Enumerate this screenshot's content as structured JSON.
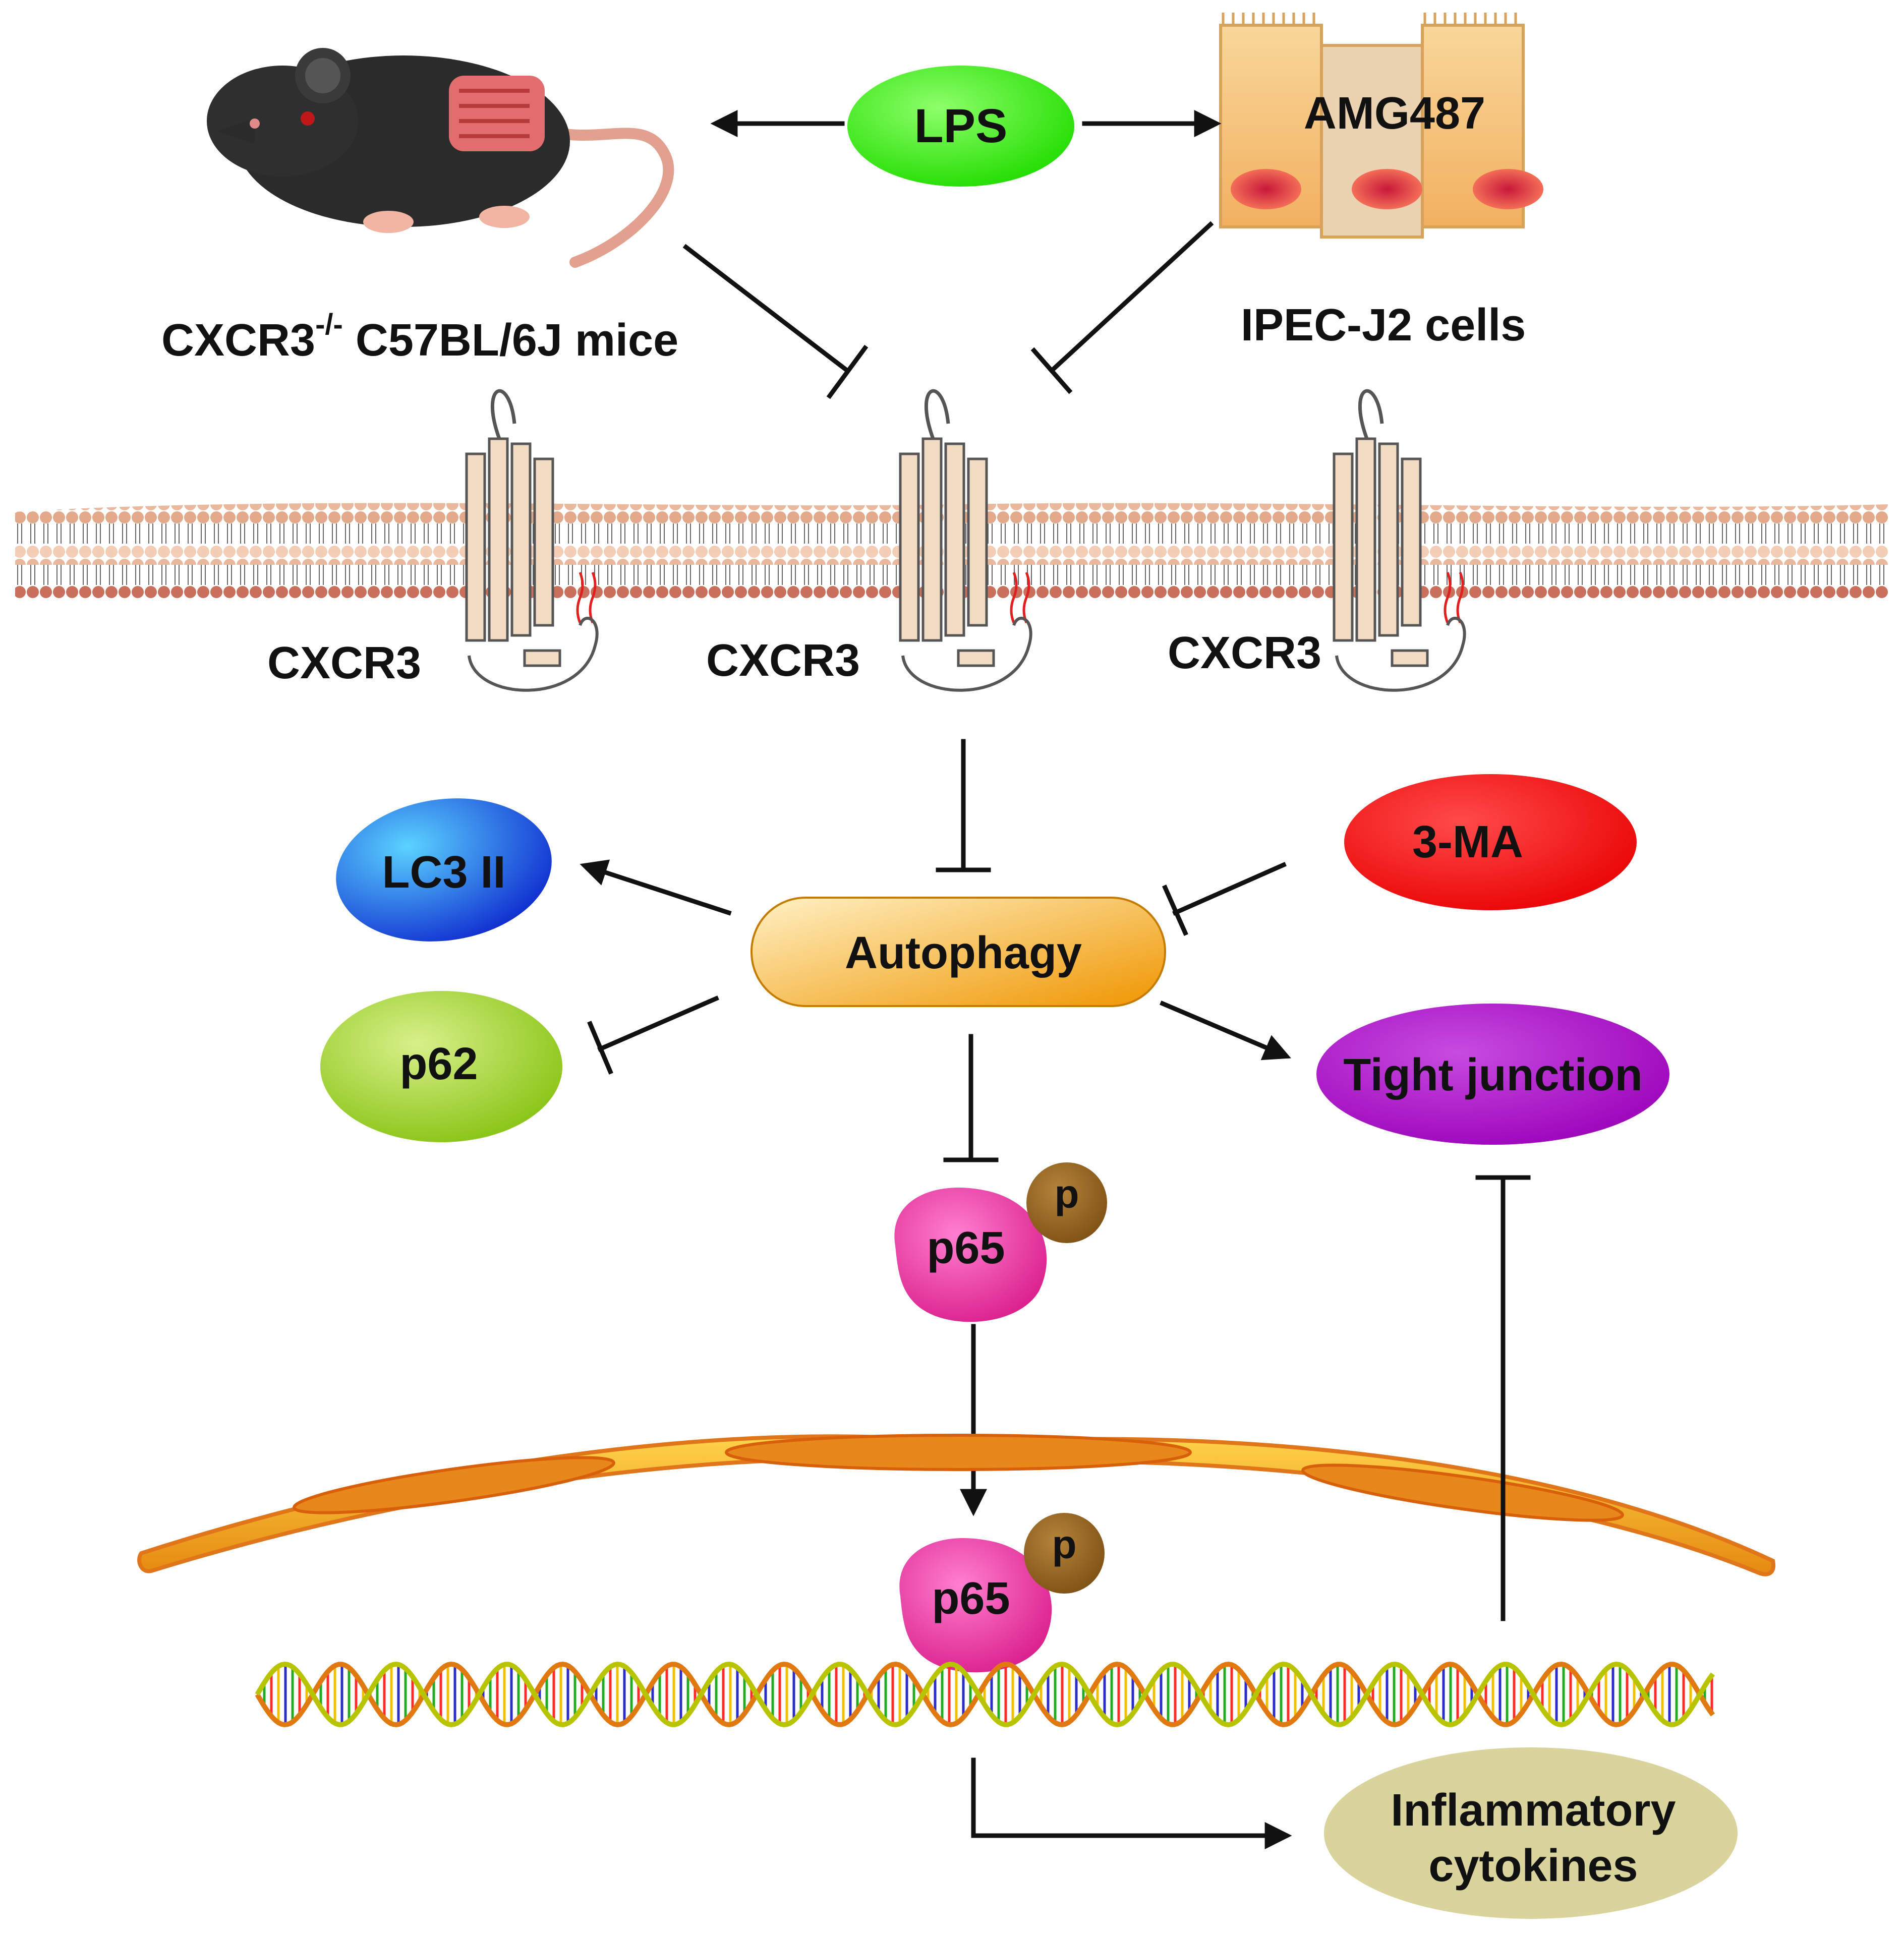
{
  "labels": {
    "lps": "LPS",
    "amg487": "AMG487",
    "mice": "CXCR3",
    "mice_sup": "-/-",
    "mice_rest": " C57BL/6J mice",
    "ipec": "IPEC-J2 cells",
    "cxcr3": "CXCR3",
    "lc3": "LC3 II",
    "p62": "p62",
    "autophagy": "Autophagy",
    "three_ma": "3-MA",
    "tight_junction": "Tight junction",
    "p65": "p65",
    "p": "p",
    "inflammatory_line1": "Inflammatory",
    "inflammatory_line2": "cytokines"
  },
  "colors": {
    "lps": "#33ee00",
    "lc3": "#1f6fe0",
    "p62": "#aadd22",
    "autophagy": "#f5a000",
    "three_ma": "#ff0000",
    "tight_junction": "#b000c0",
    "p65": "#ee2d9a",
    "phospho": "#8a5a1a",
    "inflammatory": "#d8d49c",
    "membrane": "#f0c7ad",
    "nuclear_envelope": "#f2a81e"
  }
}
